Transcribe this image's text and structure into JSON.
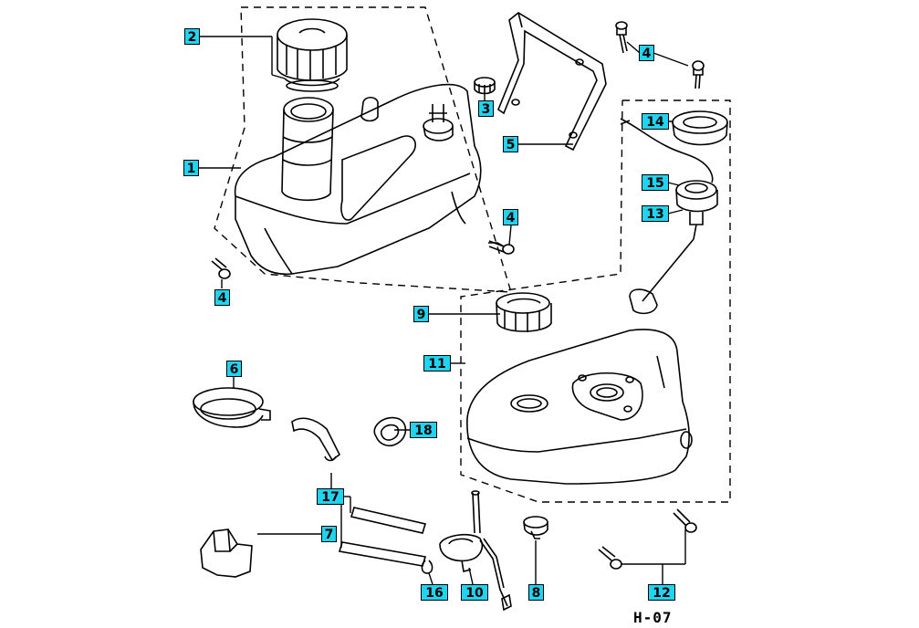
{
  "page_code": "H-07",
  "callouts": {
    "c1": "1",
    "c2": "2",
    "c3": "3",
    "c4a": "4",
    "c4b": "4",
    "c4c": "4",
    "c5": "5",
    "c6": "6",
    "c7": "7",
    "c8": "8",
    "c9": "9",
    "c10": "10",
    "c11": "11",
    "c12": "12",
    "c13": "13",
    "c14": "14",
    "c15": "15",
    "c16": "16",
    "c17": "17",
    "c18": "18"
  }
}
